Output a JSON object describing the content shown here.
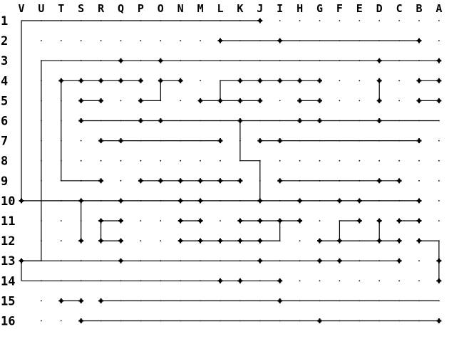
{
  "columns": [
    "V",
    "U",
    "T",
    "S",
    "R",
    "Q",
    "P",
    "O",
    "N",
    "M",
    "L",
    "K",
    "J",
    "I",
    "H",
    "G",
    "F",
    "E",
    "D",
    "C",
    "B",
    "A"
  ],
  "rows": [
    "1",
    "2",
    "3",
    "4",
    "5",
    "6",
    "7",
    "8",
    "9",
    "10",
    "11",
    "12",
    "13",
    "14",
    "15",
    "16"
  ],
  "nodes": [
    [
      "J",
      1
    ],
    [
      "L",
      2
    ],
    [
      "I",
      2
    ],
    [
      "B",
      2
    ],
    [
      "Q",
      3
    ],
    [
      "O",
      3
    ],
    [
      "D",
      3
    ],
    [
      "A",
      3
    ],
    [
      "T",
      4
    ],
    [
      "S",
      4
    ],
    [
      "R",
      4
    ],
    [
      "Q",
      4
    ],
    [
      "P",
      4
    ],
    [
      "O",
      4
    ],
    [
      "N",
      4
    ],
    [
      "K",
      4
    ],
    [
      "J",
      4
    ],
    [
      "I",
      4
    ],
    [
      "H",
      4
    ],
    [
      "G",
      4
    ],
    [
      "D",
      4
    ],
    [
      "B",
      4
    ],
    [
      "A",
      4
    ],
    [
      "S",
      5
    ],
    [
      "R",
      5
    ],
    [
      "P",
      5
    ],
    [
      "M",
      5
    ],
    [
      "L",
      5
    ],
    [
      "K",
      5
    ],
    [
      "J",
      5
    ],
    [
      "H",
      5
    ],
    [
      "G",
      5
    ],
    [
      "D",
      5
    ],
    [
      "B",
      5
    ],
    [
      "A",
      5
    ],
    [
      "S",
      6
    ],
    [
      "P",
      6
    ],
    [
      "O",
      6
    ],
    [
      "K",
      6
    ],
    [
      "H",
      6
    ],
    [
      "G",
      6
    ],
    [
      "D",
      6
    ],
    [
      "R",
      7
    ],
    [
      "Q",
      7
    ],
    [
      "L",
      7
    ],
    [
      "J",
      7
    ],
    [
      "I",
      7
    ],
    [
      "B",
      7
    ],
    [
      "R",
      9
    ],
    [
      "P",
      9
    ],
    [
      "O",
      9
    ],
    [
      "N",
      9
    ],
    [
      "M",
      9
    ],
    [
      "L",
      9
    ],
    [
      "K",
      9
    ],
    [
      "I",
      9
    ],
    [
      "D",
      9
    ],
    [
      "C",
      9
    ],
    [
      "V",
      10
    ],
    [
      "S",
      10
    ],
    [
      "Q",
      10
    ],
    [
      "N",
      10
    ],
    [
      "M",
      10
    ],
    [
      "J",
      10
    ],
    [
      "H",
      10
    ],
    [
      "F",
      10
    ],
    [
      "E",
      10
    ],
    [
      "B",
      10
    ],
    [
      "R",
      11
    ],
    [
      "Q",
      11
    ],
    [
      "N",
      11
    ],
    [
      "M",
      11
    ],
    [
      "K",
      11
    ],
    [
      "J",
      11
    ],
    [
      "I",
      11
    ],
    [
      "H",
      11
    ],
    [
      "E",
      11
    ],
    [
      "D",
      11
    ],
    [
      "C",
      11
    ],
    [
      "B",
      11
    ],
    [
      "S",
      12
    ],
    [
      "R",
      12
    ],
    [
      "Q",
      12
    ],
    [
      "N",
      12
    ],
    [
      "M",
      12
    ],
    [
      "L",
      12
    ],
    [
      "K",
      12
    ],
    [
      "J",
      12
    ],
    [
      "G",
      12
    ],
    [
      "F",
      12
    ],
    [
      "D",
      12
    ],
    [
      "C",
      12
    ],
    [
      "B",
      12
    ],
    [
      "V",
      13
    ],
    [
      "Q",
      13
    ],
    [
      "J",
      13
    ],
    [
      "G",
      13
    ],
    [
      "F",
      13
    ],
    [
      "C",
      13
    ],
    [
      "A",
      13
    ],
    [
      "L",
      14
    ],
    [
      "K",
      14
    ],
    [
      "I",
      14
    ],
    [
      "A",
      14
    ],
    [
      "T",
      15
    ],
    [
      "S",
      15
    ],
    [
      "R",
      15
    ],
    [
      "I",
      15
    ],
    [
      "S",
      16
    ],
    [
      "G",
      16
    ],
    [
      "A",
      16
    ]
  ],
  "wires": [
    [
      [
        "V",
        10
      ],
      [
        "V",
        1
      ],
      [
        "J",
        1
      ]
    ],
    [
      [
        "L",
        2
      ],
      [
        "B",
        2
      ]
    ],
    [
      [
        "Q",
        3
      ],
      [
        "A",
        3
      ]
    ],
    [
      [
        "V",
        13
      ],
      [
        "U",
        13
      ],
      [
        "U",
        3
      ],
      [
        "Q",
        3
      ]
    ],
    [
      [
        "T",
        4
      ],
      [
        "P",
        4
      ]
    ],
    [
      [
        "T",
        4
      ],
      [
        "T",
        9
      ],
      [
        "R",
        9
      ]
    ],
    [
      [
        "O",
        4
      ],
      [
        "N",
        4
      ]
    ],
    [
      [
        "O",
        4
      ],
      [
        "O",
        5
      ],
      [
        "P",
        5
      ]
    ],
    [
      [
        "S",
        5
      ],
      [
        "R",
        5
      ]
    ],
    [
      [
        "M",
        5
      ],
      [
        "L",
        5
      ],
      [
        "L",
        4
      ],
      [
        "G",
        4
      ]
    ],
    [
      [
        "L",
        5
      ],
      [
        "J",
        5
      ]
    ],
    [
      [
        "H",
        5
      ],
      [
        "G",
        5
      ]
    ],
    [
      [
        "D",
        4
      ],
      [
        "D",
        5
      ]
    ],
    [
      [
        "B",
        4
      ],
      [
        "A",
        4
      ]
    ],
    [
      [
        "B",
        5
      ],
      [
        "A",
        5
      ]
    ],
    [
      [
        "S",
        6
      ],
      [
        "A",
        6
      ]
    ],
    [
      [
        "K",
        6
      ],
      [
        "K",
        8
      ],
      [
        "J",
        8
      ],
      [
        "J",
        10
      ]
    ],
    [
      [
        "R",
        7
      ],
      [
        "L",
        7
      ]
    ],
    [
      [
        "J",
        7
      ],
      [
        "B",
        7
      ]
    ],
    [
      [
        "P",
        9
      ],
      [
        "K",
        9
      ]
    ],
    [
      [
        "I",
        9
      ],
      [
        "C",
        9
      ]
    ],
    [
      [
        "V",
        10
      ],
      [
        "B",
        10
      ]
    ],
    [
      [
        "S",
        10
      ],
      [
        "S",
        12
      ]
    ],
    [
      [
        "R",
        11
      ],
      [
        "Q",
        11
      ]
    ],
    [
      [
        "R",
        11
      ],
      [
        "R",
        12
      ],
      [
        "Q",
        12
      ]
    ],
    [
      [
        "N",
        11
      ],
      [
        "M",
        11
      ]
    ],
    [
      [
        "K",
        11
      ],
      [
        "I",
        11
      ],
      [
        "I",
        12
      ],
      [
        "K",
        12
      ]
    ],
    [
      [
        "N",
        12
      ],
      [
        "J",
        12
      ]
    ],
    [
      [
        "I",
        11
      ],
      [
        "H",
        11
      ]
    ],
    [
      [
        "F",
        12
      ],
      [
        "F",
        11
      ],
      [
        "E",
        11
      ]
    ],
    [
      [
        "G",
        12
      ],
      [
        "E",
        12
      ]
    ],
    [
      [
        "D",
        11
      ],
      [
        "D",
        12
      ],
      [
        "C",
        12
      ]
    ],
    [
      [
        "E",
        12
      ],
      [
        "D",
        12
      ]
    ],
    [
      [
        "C",
        11
      ],
      [
        "B",
        11
      ]
    ],
    [
      [
        "B",
        12
      ],
      [
        "A",
        12
      ],
      [
        "A",
        14
      ]
    ],
    [
      [
        "V",
        13
      ],
      [
        "C",
        13
      ]
    ],
    [
      [
        "V",
        14
      ],
      [
        "V",
        13
      ]
    ],
    [
      [
        "V",
        14
      ],
      [
        "I",
        14
      ]
    ],
    [
      [
        "T",
        15
      ],
      [
        "S",
        15
      ]
    ],
    [
      [
        "R",
        15
      ],
      [
        "A",
        15
      ]
    ],
    [
      [
        "S",
        16
      ],
      [
        "A",
        16
      ]
    ]
  ]
}
